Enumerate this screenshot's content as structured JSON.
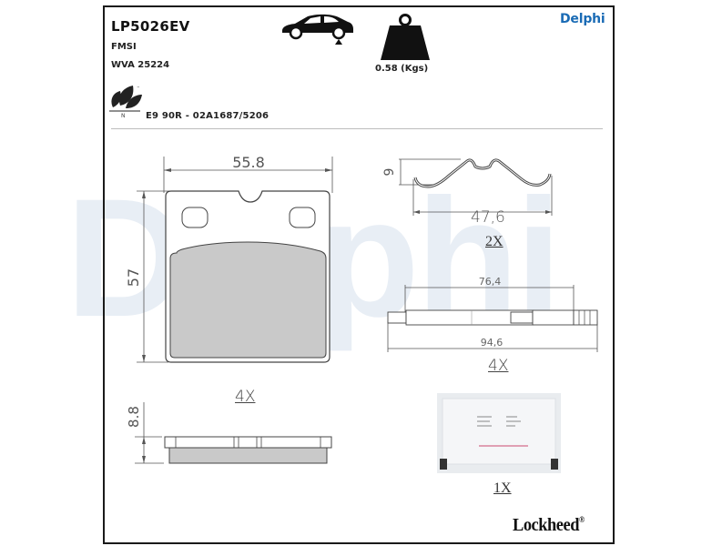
{
  "header": {
    "part_number": "LP5026EV",
    "fmsi_label": "FMSI",
    "wva_label": "WVA 25224",
    "approval_code": "E9 90R - 02A1687/5206",
    "weight": "0.58 (Kgs)",
    "brand": "Delphi",
    "icons": [
      "car-lift-icon",
      "weight-icon",
      "eco-leaf-icon"
    ]
  },
  "watermark": "Delphi",
  "diagrams": {
    "pad_front": {
      "width_label": "55.8",
      "height_label": "57"
    },
    "pad_side": {
      "thickness_label": "8.8",
      "quantity": "4X"
    },
    "spring": {
      "height_label": "9",
      "length_label": "47,6",
      "quantity": "2X"
    },
    "pin": {
      "inner_label": "76,4",
      "outer_label": "94,6",
      "quantity": "4X"
    },
    "grease_sachet": {
      "quantity": "1X"
    }
  },
  "footer": {
    "brand": "Lockheed",
    "registered": "®"
  },
  "colors": {
    "brand_blue": "#1a6bb5",
    "pad_gray": "#c9c9c9",
    "watermark": "#e8eef5"
  }
}
